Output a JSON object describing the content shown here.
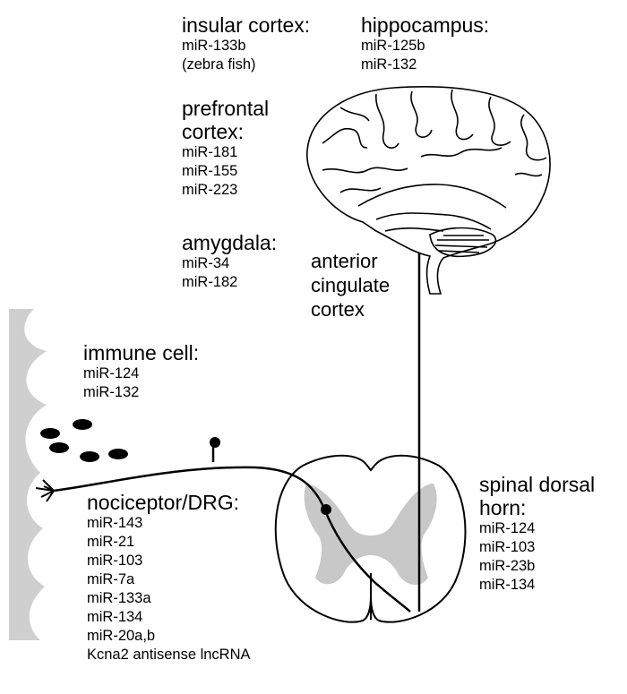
{
  "insular": {
    "title": "insular cortex:",
    "items": [
      "miR-133b",
      "(zebra fish)"
    ]
  },
  "hippocampus": {
    "title": "hippocampus:",
    "items": [
      "miR-125b",
      "miR-132"
    ]
  },
  "prefrontal": {
    "title_line1": "prefrontal",
    "title_line2": "cortex:",
    "items": [
      "miR-181",
      "miR-155",
      "miR-223"
    ]
  },
  "amygdala": {
    "title": "amygdala:",
    "items": [
      "miR-34",
      "miR-182"
    ]
  },
  "acc": {
    "line1": "anterior",
    "line2": "cingulate",
    "line3": "cortex"
  },
  "immune": {
    "title": "immune cell:",
    "items": [
      "miR-124",
      "miR-132"
    ]
  },
  "nociceptor": {
    "title": "nociceptor/DRG:",
    "items": [
      "miR-143",
      "miR-21",
      "miR-103",
      "miR-7a",
      "miR-133a",
      "miR-134",
      "miR-20a,b",
      "Kcna2 antisense lncRNA"
    ]
  },
  "spinal": {
    "title_line1": "spinal dorsal",
    "title_line2": "horn:",
    "items": [
      "miR-124",
      "miR-103",
      "miR-23b",
      "miR-134"
    ]
  },
  "colors": {
    "line": "#000000",
    "tissue": "#cfcfcf",
    "grey_matter": "#c8c8c8"
  }
}
